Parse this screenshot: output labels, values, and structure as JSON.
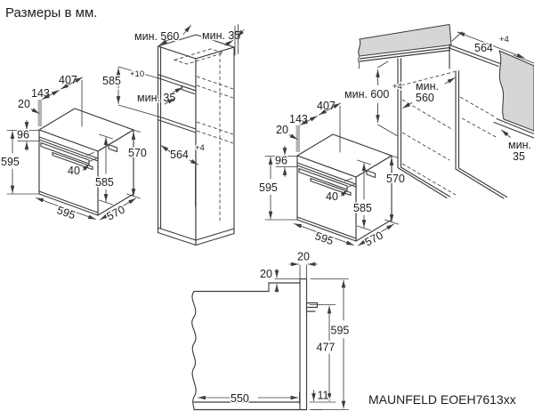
{
  "title": "Размеры в мм.",
  "model": "MAUNFELD EOEH7613xx",
  "oven": {
    "door_offset": "20",
    "front_depth": "143",
    "body_depth_top": "407",
    "panel_height": "96",
    "height": "595",
    "handle_depth": "40",
    "door_height": "585",
    "body_height": "570",
    "width": "595",
    "depth": "570"
  },
  "column_cabinet": {
    "niche_depth_min": "мин. 560",
    "top_back_gap_min": "мин. 35",
    "niche_height": "585",
    "niche_height_tol": "+10",
    "vent_gap_min": "мин. 35",
    "niche_width": "564",
    "niche_width_tol": "+4"
  },
  "base_cabinet": {
    "niche_depth": "564",
    "niche_depth_tol": "+4",
    "niche_height_min": "мин. 600",
    "niche_height_tol": "+4",
    "niche_width_min_word": "мин.",
    "niche_width_min_value": "560",
    "back_gap_min_word": "мин.",
    "back_gap_min_value": "35"
  },
  "side_view": {
    "front_offset": "20",
    "top_step": "20",
    "height": "595",
    "rear_height": "477",
    "bottom_gap": "11",
    "body_depth": "550"
  }
}
